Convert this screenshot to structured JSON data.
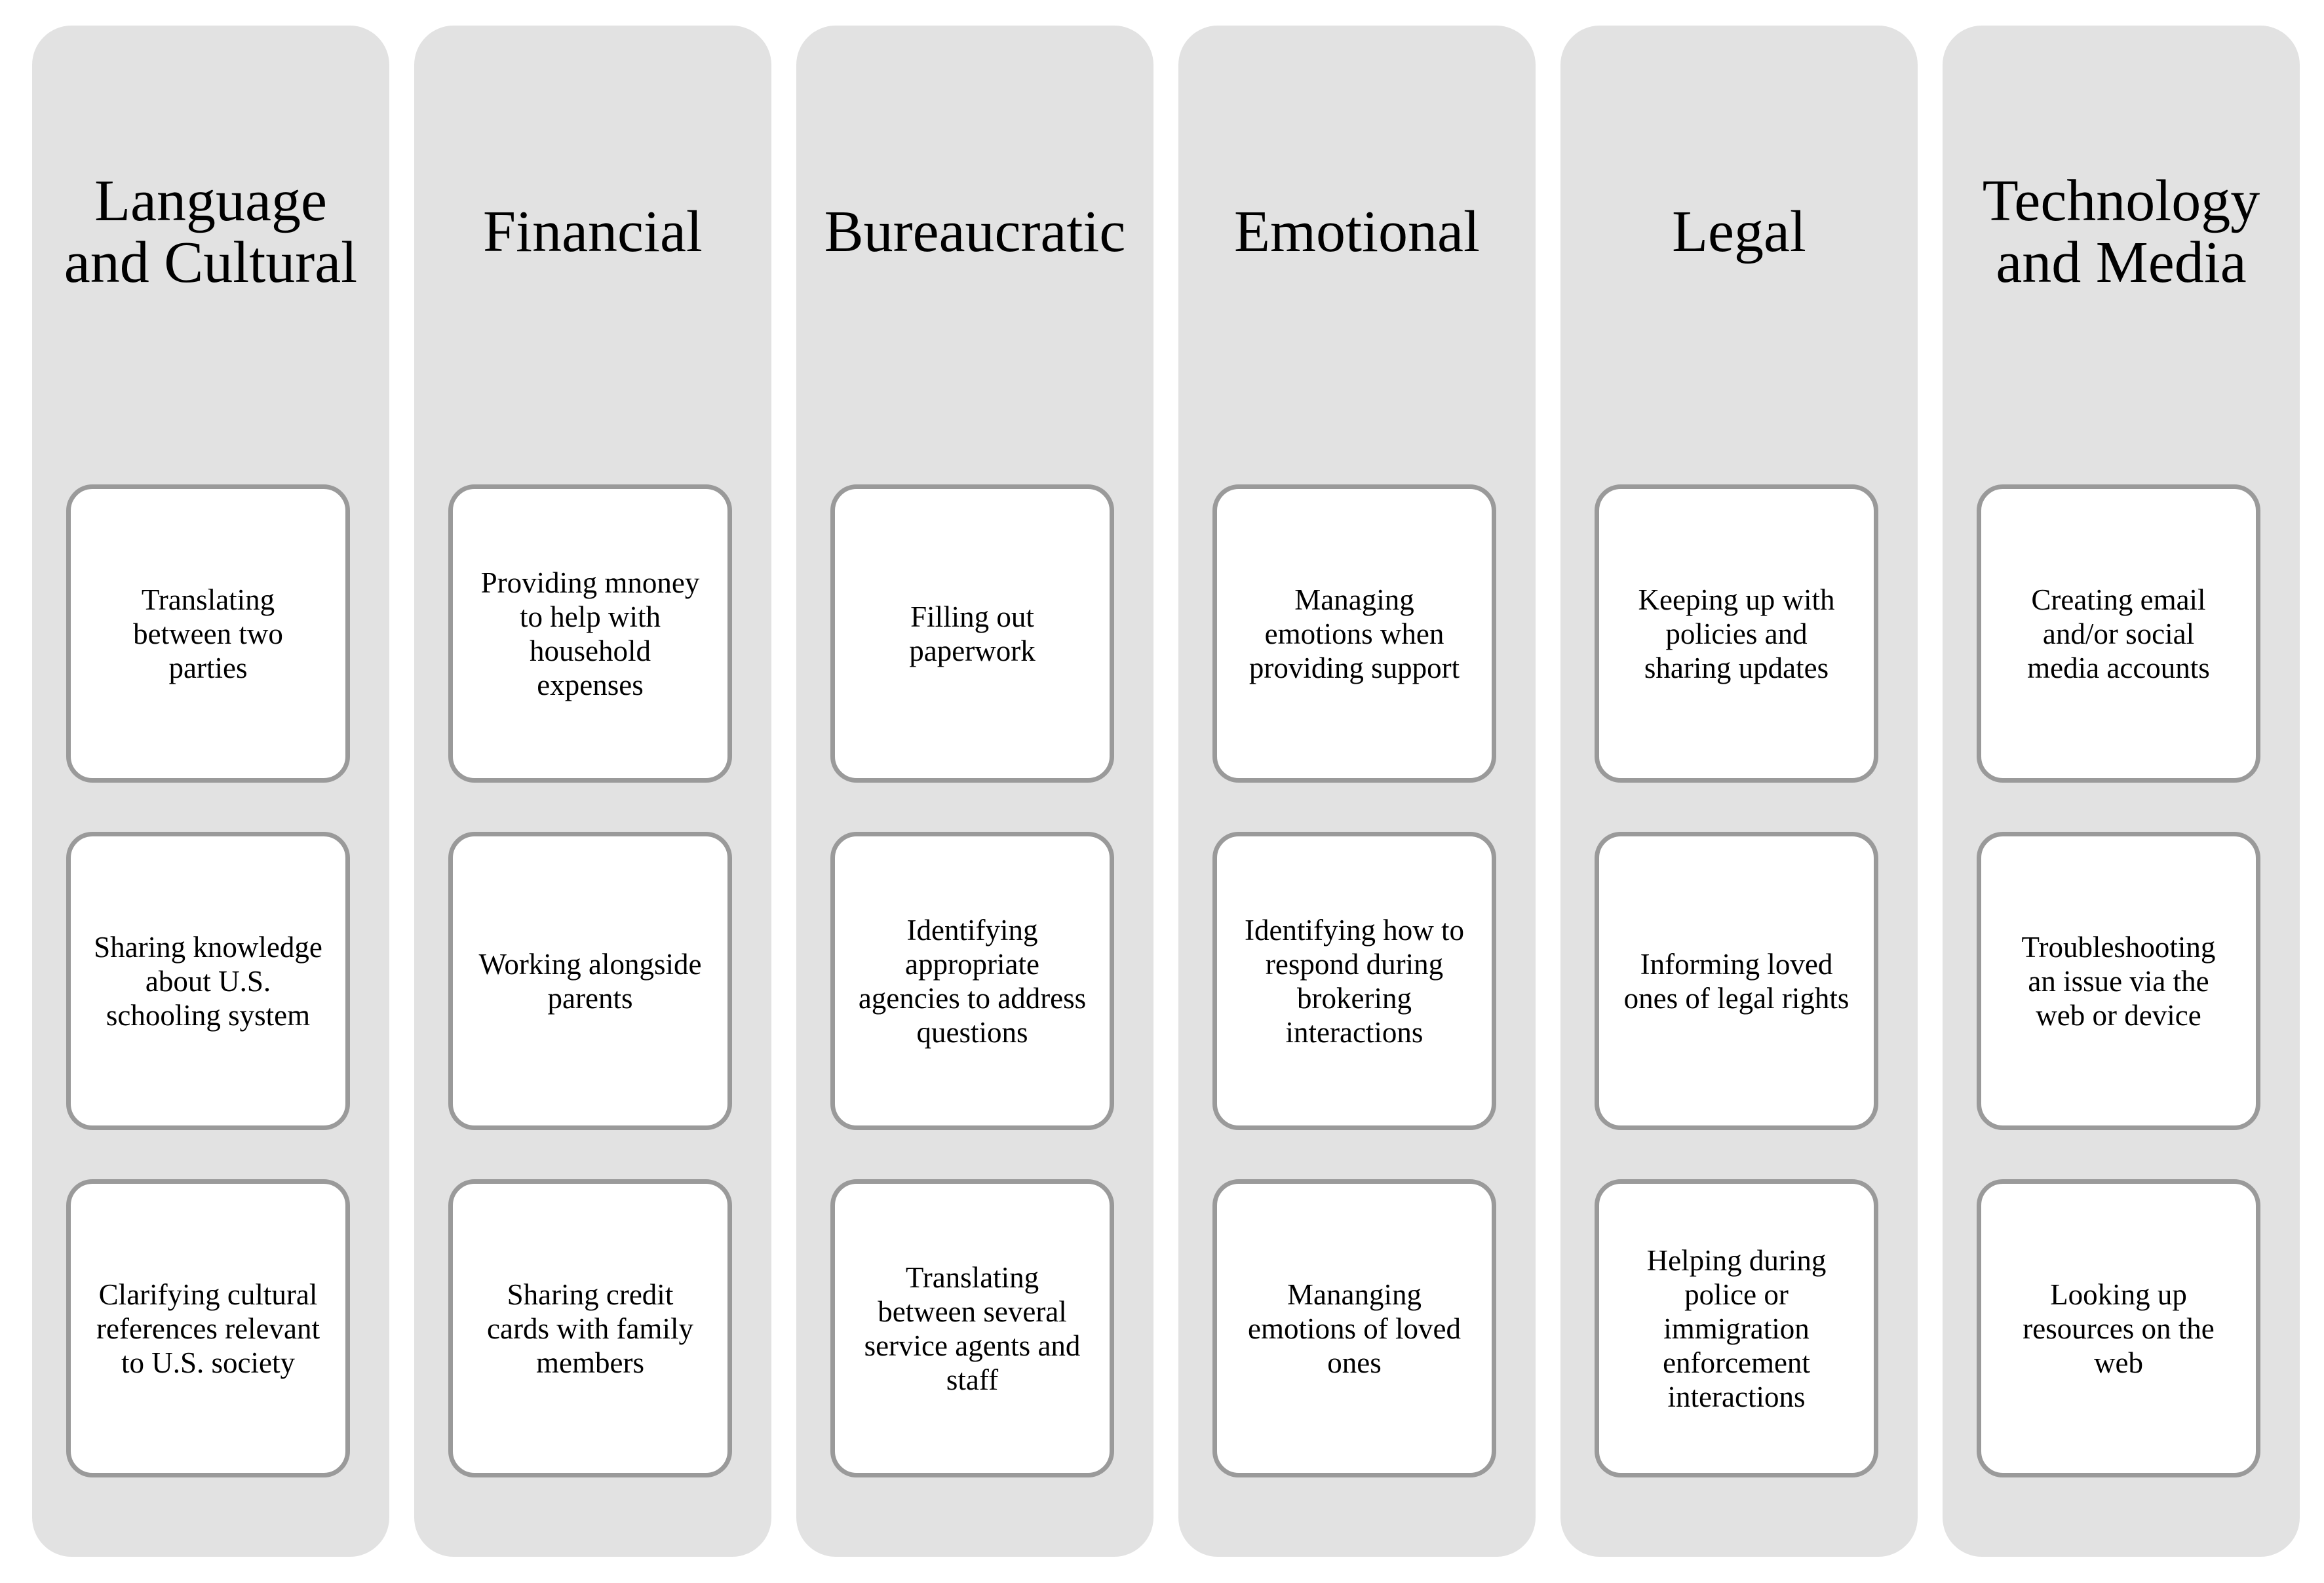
{
  "columns": [
    {
      "title": "Language\nand Cultural",
      "items": [
        "Translating\nbetween two\nparties",
        "Sharing knowledge\nabout U.S.\nschooling system",
        "Clarifying cultural\nreferences relevant\nto U.S. society"
      ]
    },
    {
      "title": "Financial",
      "items": [
        "Providing mnoney\nto help with\nhousehold\nexpenses",
        "Working alongside\nparents",
        "Sharing credit\ncards with family\nmembers"
      ]
    },
    {
      "title": "Bureaucratic",
      "items": [
        "Filling out\npaperwork",
        "Identifying\nappropriate\nagencies to address\nquestions",
        "Translating\nbetween several\nservice agents and\nstaff"
      ]
    },
    {
      "title": "Emotional",
      "items": [
        "Managing\nemotions when\nproviding support",
        "Identifying how to\nrespond during\nbrokering\ninteractions",
        "Mananging\nemotions of loved\nones"
      ]
    },
    {
      "title": "Legal",
      "items": [
        "Keeping up with\npolicies and\nsharing updates",
        "Informing loved\nones of legal rights",
        "Helping during\npolice or\nimmigration\nenforcement\ninteractions"
      ]
    },
    {
      "title": "Technology\nand Media",
      "items": [
        "Creating email\nand/or social\nmedia accounts",
        "Troubleshooting\nan issue via the\nweb or device",
        "Looking up\nresources on the\nweb"
      ]
    }
  ],
  "colors": {
    "column_background": "#e2e2e2",
    "card_background": "#ffffff",
    "card_border": "#9a9a9a",
    "text": "#000000"
  }
}
